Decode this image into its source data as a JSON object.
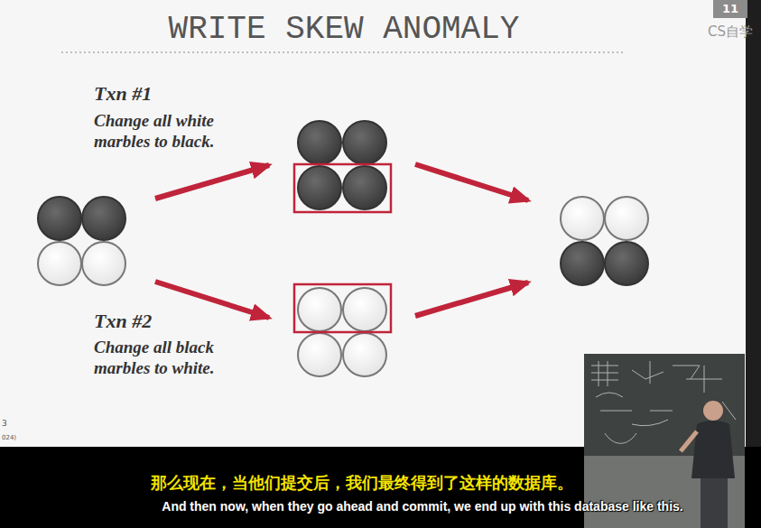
{
  "diagram": {
    "title": "WRITE SKEW ANOMALY",
    "nodes": [
      {
        "text": [
          "11"
        ]
      },
      {
        "text": [
          "那么现在，当他们提交后，我们最终得到了这样的数据库。",
          "And then now, when they go ahead and commit, we end up with this database like this."
        ]
      }
    ],
    "labels": [
      "Txn #1",
      "Change all white marbles to black.",
      "Txn #2",
      "Change all black marbles to white.",
      "CS自学",
      "3",
      "024)"
    ]
  }
}
